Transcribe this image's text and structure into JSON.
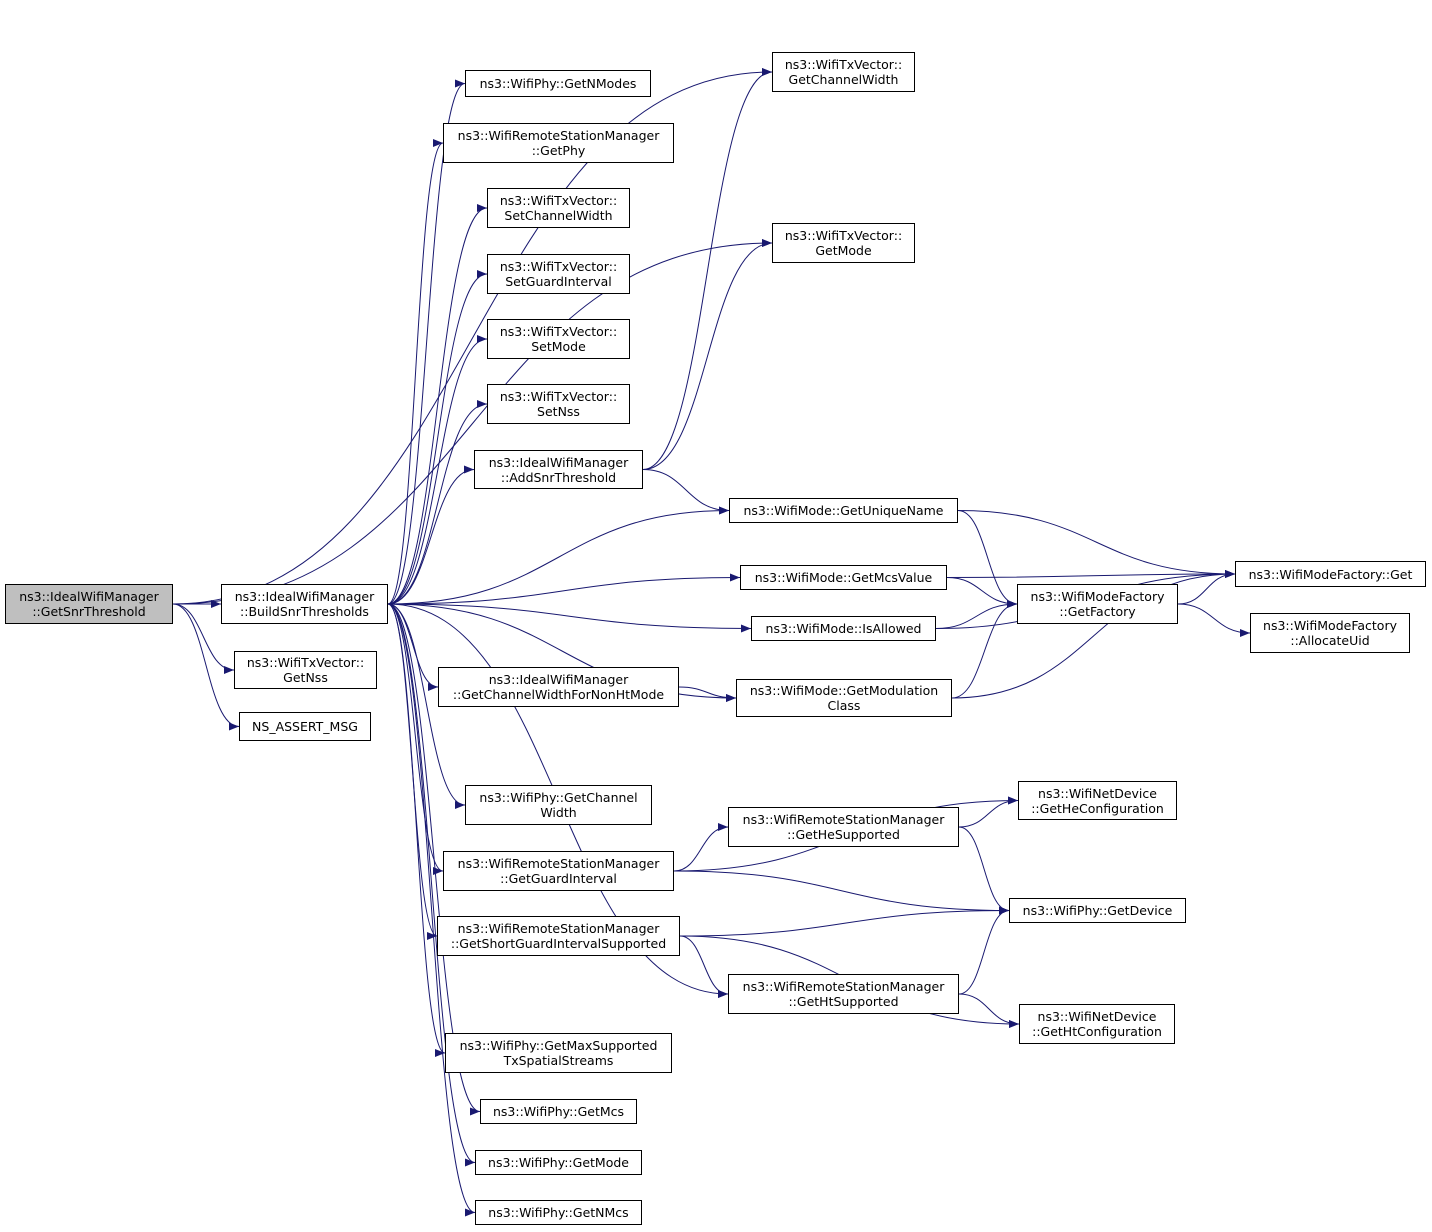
{
  "graph": {
    "edge_color": "#191970",
    "root_fill": "#bfbfbf",
    "nodes": [
      {
        "id": "getsnr",
        "lines": [
          "ns3::IdealWifiManager",
          "::GetSnrThreshold"
        ],
        "root": true
      },
      {
        "id": "build",
        "lines": [
          "ns3::IdealWifiManager",
          "::BuildSnrThresholds"
        ]
      },
      {
        "id": "txgetnss",
        "lines": [
          "ns3::WifiTxVector::",
          "GetNss"
        ]
      },
      {
        "id": "assert",
        "lines": [
          "NS_ASSERT_MSG"
        ]
      },
      {
        "id": "getnmodes",
        "lines": [
          "ns3::WifiPhy::GetNModes"
        ]
      },
      {
        "id": "rsmgetphy",
        "lines": [
          "ns3::WifiRemoteStationManager",
          "::GetPhy"
        ]
      },
      {
        "id": "setcw",
        "lines": [
          "ns3::WifiTxVector::",
          "SetChannelWidth"
        ]
      },
      {
        "id": "setgi",
        "lines": [
          "ns3::WifiTxVector::",
          "SetGuardInterval"
        ]
      },
      {
        "id": "setmode",
        "lines": [
          "ns3::WifiTxVector::",
          "SetMode"
        ]
      },
      {
        "id": "setnss",
        "lines": [
          "ns3::WifiTxVector::",
          "SetNss"
        ]
      },
      {
        "id": "addsnr",
        "lines": [
          "ns3::IdealWifiManager",
          "::AddSnrThreshold"
        ]
      },
      {
        "id": "getcwnonht",
        "lines": [
          "ns3::IdealWifiManager",
          "::GetChannelWidthForNonHtMode"
        ]
      },
      {
        "id": "phygetcw",
        "lines": [
          "ns3::WifiPhy::GetChannel",
          "Width"
        ]
      },
      {
        "id": "getgi",
        "lines": [
          "ns3::WifiRemoteStationManager",
          "::GetGuardInterval"
        ]
      },
      {
        "id": "getsgi",
        "lines": [
          "ns3::WifiRemoteStationManager",
          "::GetShortGuardIntervalSupported"
        ]
      },
      {
        "id": "getmaxss",
        "lines": [
          "ns3::WifiPhy::GetMaxSupported",
          "TxSpatialStreams"
        ]
      },
      {
        "id": "getmcs",
        "lines": [
          "ns3::WifiPhy::GetMcs"
        ]
      },
      {
        "id": "getmode",
        "lines": [
          "ns3::WifiPhy::GetMode"
        ]
      },
      {
        "id": "getnmcs",
        "lines": [
          "ns3::WifiPhy::GetNMcs"
        ]
      },
      {
        "id": "txgetcw",
        "lines": [
          "ns3::WifiTxVector::",
          "GetChannelWidth"
        ]
      },
      {
        "id": "txgetmode",
        "lines": [
          "ns3::WifiTxVector::",
          "GetMode"
        ]
      },
      {
        "id": "uniquename",
        "lines": [
          "ns3::WifiMode::GetUniqueName"
        ]
      },
      {
        "id": "mcsvalue",
        "lines": [
          "ns3::WifiMode::GetMcsValue"
        ]
      },
      {
        "id": "isallowed",
        "lines": [
          "ns3::WifiMode::IsAllowed"
        ]
      },
      {
        "id": "modclass",
        "lines": [
          "ns3::WifiMode::GetModulation",
          "Class"
        ]
      },
      {
        "id": "hesupported",
        "lines": [
          "ns3::WifiRemoteStationManager",
          "::GetHeSupported"
        ]
      },
      {
        "id": "htsupported",
        "lines": [
          "ns3::WifiRemoteStationManager",
          "::GetHtSupported"
        ]
      },
      {
        "id": "getfactory",
        "lines": [
          "ns3::WifiModeFactory",
          "::GetFactory"
        ]
      },
      {
        "id": "hecfg",
        "lines": [
          "ns3::WifiNetDevice",
          "::GetHeConfiguration"
        ]
      },
      {
        "id": "getdevice",
        "lines": [
          "ns3::WifiPhy::GetDevice"
        ]
      },
      {
        "id": "htcfg",
        "lines": [
          "ns3::WifiNetDevice",
          "::GetHtConfiguration"
        ]
      },
      {
        "id": "factoryget",
        "lines": [
          "ns3::WifiModeFactory::Get"
        ]
      },
      {
        "id": "allocuid",
        "lines": [
          "ns3::WifiModeFactory",
          "::AllocateUid"
        ]
      }
    ],
    "edges": [
      [
        "getsnr",
        "build"
      ],
      [
        "getsnr",
        "txgetnss"
      ],
      [
        "getsnr",
        "assert"
      ],
      [
        "getsnr",
        "txgetcw"
      ],
      [
        "getsnr",
        "txgetmode"
      ],
      [
        "build",
        "getnmodes"
      ],
      [
        "build",
        "rsmgetphy"
      ],
      [
        "build",
        "setcw"
      ],
      [
        "build",
        "setgi"
      ],
      [
        "build",
        "setmode"
      ],
      [
        "build",
        "setnss"
      ],
      [
        "build",
        "addsnr"
      ],
      [
        "build",
        "uniquename"
      ],
      [
        "build",
        "mcsvalue"
      ],
      [
        "build",
        "isallowed"
      ],
      [
        "build",
        "getcwnonht"
      ],
      [
        "build",
        "modclass"
      ],
      [
        "build",
        "phygetcw"
      ],
      [
        "build",
        "getgi"
      ],
      [
        "build",
        "getsgi"
      ],
      [
        "build",
        "htsupported"
      ],
      [
        "build",
        "getmaxss"
      ],
      [
        "build",
        "getmcs"
      ],
      [
        "build",
        "getmode"
      ],
      [
        "build",
        "getnmcs"
      ],
      [
        "addsnr",
        "txgetcw"
      ],
      [
        "addsnr",
        "txgetmode"
      ],
      [
        "addsnr",
        "uniquename"
      ],
      [
        "uniquename",
        "getfactory"
      ],
      [
        "uniquename",
        "factoryget"
      ],
      [
        "mcsvalue",
        "getfactory"
      ],
      [
        "mcsvalue",
        "factoryget"
      ],
      [
        "isallowed",
        "getfactory"
      ],
      [
        "isallowed",
        "factoryget"
      ],
      [
        "getcwnonht",
        "modclass"
      ],
      [
        "modclass",
        "getfactory"
      ],
      [
        "modclass",
        "factoryget"
      ],
      [
        "getfactory",
        "factoryget"
      ],
      [
        "getfactory",
        "allocuid"
      ],
      [
        "getgi",
        "hesupported"
      ],
      [
        "getgi",
        "hecfg"
      ],
      [
        "getgi",
        "getdevice"
      ],
      [
        "hesupported",
        "hecfg"
      ],
      [
        "hesupported",
        "getdevice"
      ],
      [
        "getsgi",
        "getdevice"
      ],
      [
        "getsgi",
        "htsupported"
      ],
      [
        "getsgi",
        "htcfg"
      ],
      [
        "htsupported",
        "getdevice"
      ],
      [
        "htsupported",
        "htcfg"
      ]
    ]
  }
}
